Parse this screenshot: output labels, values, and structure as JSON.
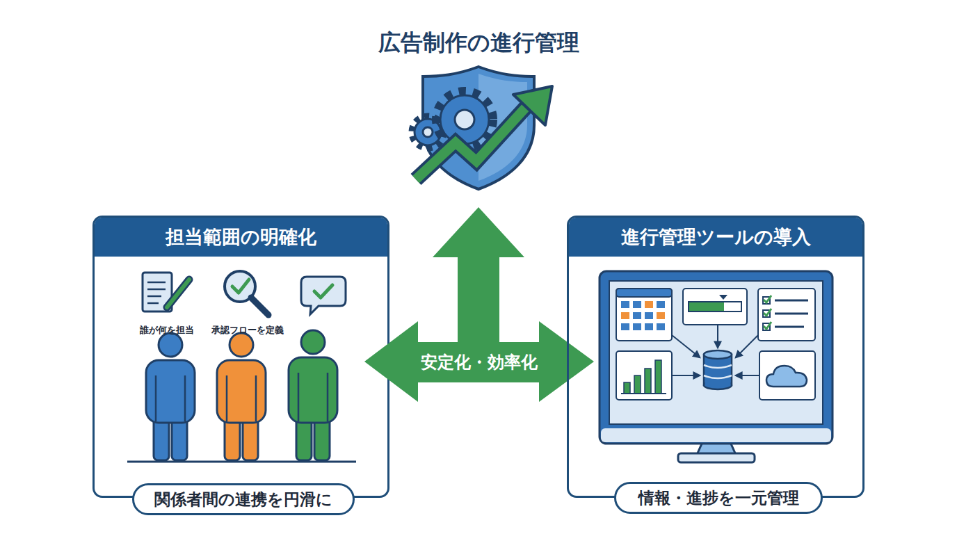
{
  "diagram": {
    "title": "広告制作の進行管理",
    "nodes": [
      {
        "text": [
          "担当範囲の明確化"
        ]
      },
      {
        "text": [
          "関係者間の連携を円滑に"
        ],
        "in": 0
      },
      {
        "text": [
          "安定化・効率化"
        ]
      },
      {
        "text": [
          "進行管理ツールの導入"
        ]
      },
      {
        "text": [
          "情報・進捗を一元管理"
        ],
        "in": 3
      }
    ],
    "labels": [
      "誰が何を担当",
      "承認フローを定義"
    ]
  }
}
